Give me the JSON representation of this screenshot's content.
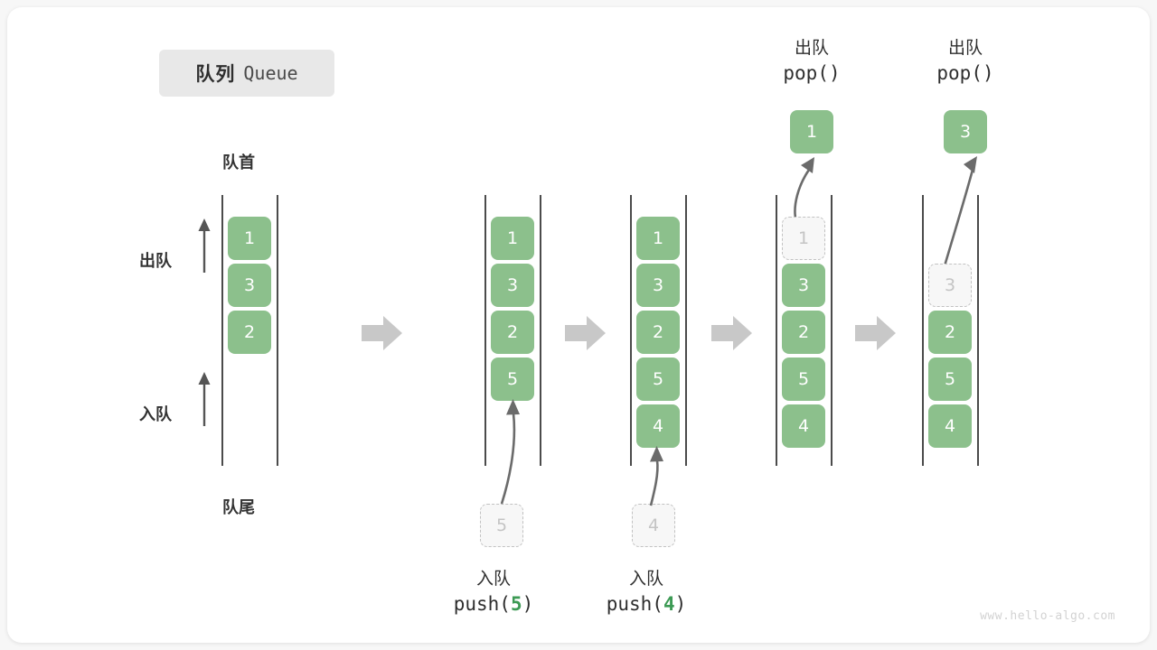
{
  "title": {
    "cn": "队列",
    "en": "Queue"
  },
  "labels": {
    "front": "队首",
    "rear": "队尾",
    "dequeue": "出队",
    "enqueue": "入队"
  },
  "watermark": "www.hello-algo.com",
  "colors": {
    "cell_fill": "#8cc08c",
    "cell_text": "#ffffff",
    "ghost_fill": "#f7f7f7",
    "ghost_border": "#c2c2c2",
    "ghost_text": "#c4c4c4",
    "rail": "#4b4b4b",
    "step_arrow": "#c8c8c8",
    "accent_arg": "#3c9a54",
    "badge_bg": "#e8e8e8",
    "card_bg": "#ffffff",
    "page_bg": "#f7f7f7"
  },
  "columns": [
    {
      "id": "initial",
      "caption_top": null,
      "caption_bottom": null,
      "cells": [
        "1",
        "3",
        "2"
      ],
      "ghost_index": null,
      "ghost_value": null,
      "floating_value": null
    },
    {
      "id": "push-5",
      "caption_top": null,
      "caption_bottom": {
        "cn": "入队",
        "code_prefix": "push(",
        "arg": "5",
        "code_suffix": ")"
      },
      "cells": [
        "1",
        "3",
        "2",
        "5"
      ],
      "ghost_index": null,
      "ghost_value": "5",
      "floating_value": null
    },
    {
      "id": "push-4",
      "caption_top": null,
      "caption_bottom": {
        "cn": "入队",
        "code_prefix": "push(",
        "arg": "4",
        "code_suffix": ")"
      },
      "cells": [
        "1",
        "3",
        "2",
        "5",
        "4"
      ],
      "ghost_index": null,
      "ghost_value": "4",
      "floating_value": null
    },
    {
      "id": "pop-1",
      "caption_top": {
        "cn": "出队",
        "code": "pop()"
      },
      "caption_bottom": null,
      "cells": [
        "3",
        "2",
        "5",
        "4"
      ],
      "ghost_index": 0,
      "ghost_value": "1",
      "floating_value": "1"
    },
    {
      "id": "pop-3",
      "caption_top": {
        "cn": "出队",
        "code": "pop()"
      },
      "caption_bottom": null,
      "cells": [
        "2",
        "5",
        "4"
      ],
      "ghost_index": 0,
      "ghost_value": "3",
      "floating_value": "3"
    }
  ]
}
